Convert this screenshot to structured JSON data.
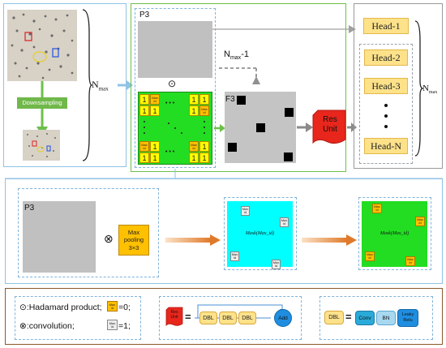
{
  "top": {
    "n_max_left": "N",
    "n_max_left_sub": "max",
    "downsampling_label": "Downsampling",
    "p3_label": "P3",
    "hadamard_symbol": "⊙",
    "n_max_minus_one": "N",
    "n_max_minus_one_sub": "max",
    "n_max_minus_one_suffix": "-1",
    "f3_label": "F3",
    "res_unit_label_line1": "Res",
    "res_unit_label_line2": "Unit",
    "heads": [
      "Head-1",
      "Head-2",
      "Head-3",
      "Head-N"
    ],
    "head_dots": "•",
    "n_max_right": "N",
    "n_max_right_sub": "max"
  },
  "grid": {
    "one": "1",
    "max_top": "Max",
    "max_bottom": "id",
    "dots": "• • •"
  },
  "middle": {
    "p3_label": "P3",
    "conv_symbol": "⊗",
    "maxpool_line1": "Max",
    "maxpool_line2": "pooling",
    "maxpool_line3": "3×3",
    "mask_label": "Mask(Max_id)",
    "mask_label2": "Mask(Max_id)"
  },
  "legend": {
    "hadamard_text": "⊙:Hadamard product;",
    "hadamard_value": "=0;",
    "conv_text": "⊗:convolution;",
    "conv_value": "=1;",
    "res_small_line1": "Res",
    "res_small_line2": "Unit",
    "equals": "=",
    "dbl": "DBL",
    "add": "Add",
    "conv": "Conv",
    "bn": "BN",
    "leaky_line1": "Leaky",
    "leaky_line2": "Relu"
  },
  "colors": {
    "green": "#22dd22",
    "cyan": "#00ffff",
    "yellow": "#ffff00",
    "orange": "#ffc000",
    "red": "#e8261c",
    "head_fill": "#fde28a"
  }
}
